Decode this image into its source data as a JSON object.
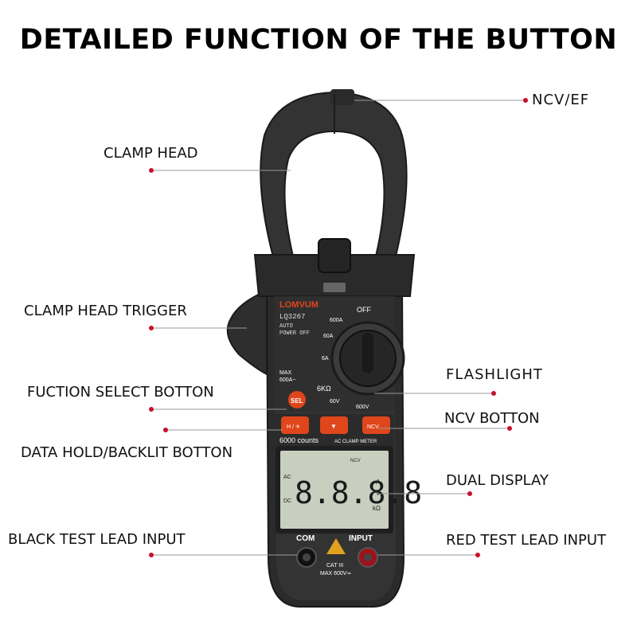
{
  "title": "DETAILED FUNCTION OF THE BUTTON",
  "labels": {
    "ncv_ef": "NCV/EF",
    "clamp_head": "CLAMP HEAD",
    "clamp_head_trigger": "CLAMP HEAD TRIGGER",
    "flashlight": "FLASHLIGHT",
    "function_select": "FUCTION SELECT BOTTON",
    "ncv_button": "NCV BOTTON",
    "data_hold_backlit": "DATA HOLD/BACKLIT BOTTON",
    "dual_display": "DUAL DISPLAY",
    "black_test_lead": "BLACK TEST LEAD INPUT",
    "red_test_lead": "RED TEST LEAD INPUT"
  },
  "device": {
    "brand": "LOMVUM",
    "model": "LQ3267",
    "auto_power_off_1": "AUTO",
    "auto_power_off_2": "POWER OFF",
    "dial": {
      "off": "OFF",
      "r600a": "600A",
      "r60a": "60A",
      "r6a": "6A",
      "max": "MAX",
      "max_val": "600A~",
      "r6k": "6KΩ",
      "r60v": "60V",
      "r600v": "600V"
    },
    "buttons": {
      "sel": "SEL",
      "hold": "H / ☀",
      "light": "▼",
      "ncv": "NCV"
    },
    "counts": "6000 counts",
    "meter_type": "AC CLAMP METER",
    "lcd": {
      "digits": "8.8.8.8",
      "ac": "AC",
      "dc": "DC",
      "units_a": "A",
      "units_v": "V",
      "units_k": "kΩ",
      "ncv": "NCV"
    },
    "com": "COM",
    "input": "INPUT",
    "cat": "CAT III",
    "max_v": "MAX 600V≂"
  },
  "colors": {
    "body": "#2a2a2a",
    "body_light": "#3a3a3a",
    "accent": "#e0461c",
    "dot": "#c8102e",
    "lcd": "#c9cfbf"
  }
}
